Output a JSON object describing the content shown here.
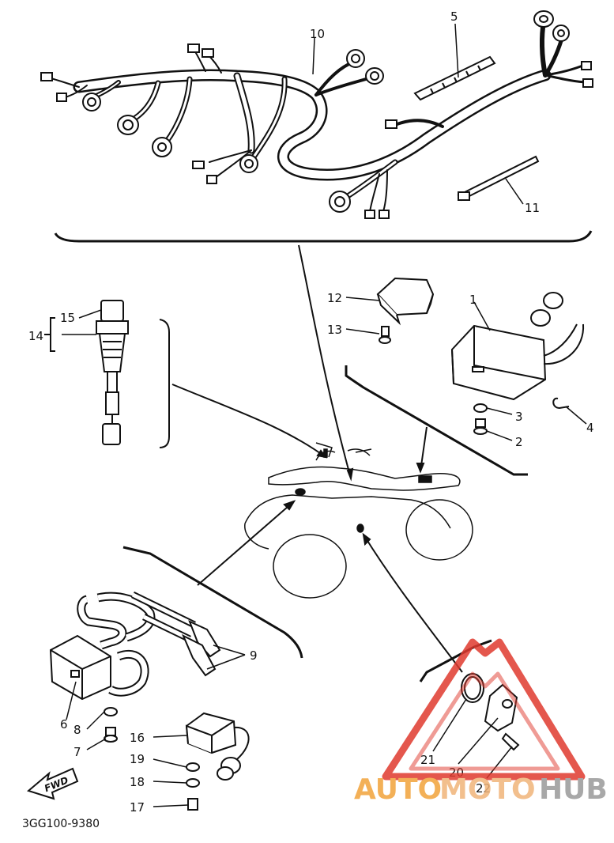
{
  "diagram": {
    "catalog_code": "3GG100-9380",
    "direction_label": "FWD",
    "callouts": [
      "1",
      "2",
      "3",
      "4",
      "5",
      "6",
      "7",
      "8",
      "9",
      "10",
      "11",
      "12",
      "13",
      "14",
      "15",
      "16",
      "17",
      "18",
      "19",
      "20",
      "21",
      "22"
    ]
  },
  "watermark": {
    "text_part1": "AUTO",
    "text_part2": "MOTO",
    "text_part3": "HUB",
    "colors": {
      "part1": "#f2a33a",
      "part2": "#f0b47a",
      "part3": "#9a9a9a",
      "triangle": "#e03a2f"
    }
  },
  "colors": {
    "ink": "#111111"
  }
}
